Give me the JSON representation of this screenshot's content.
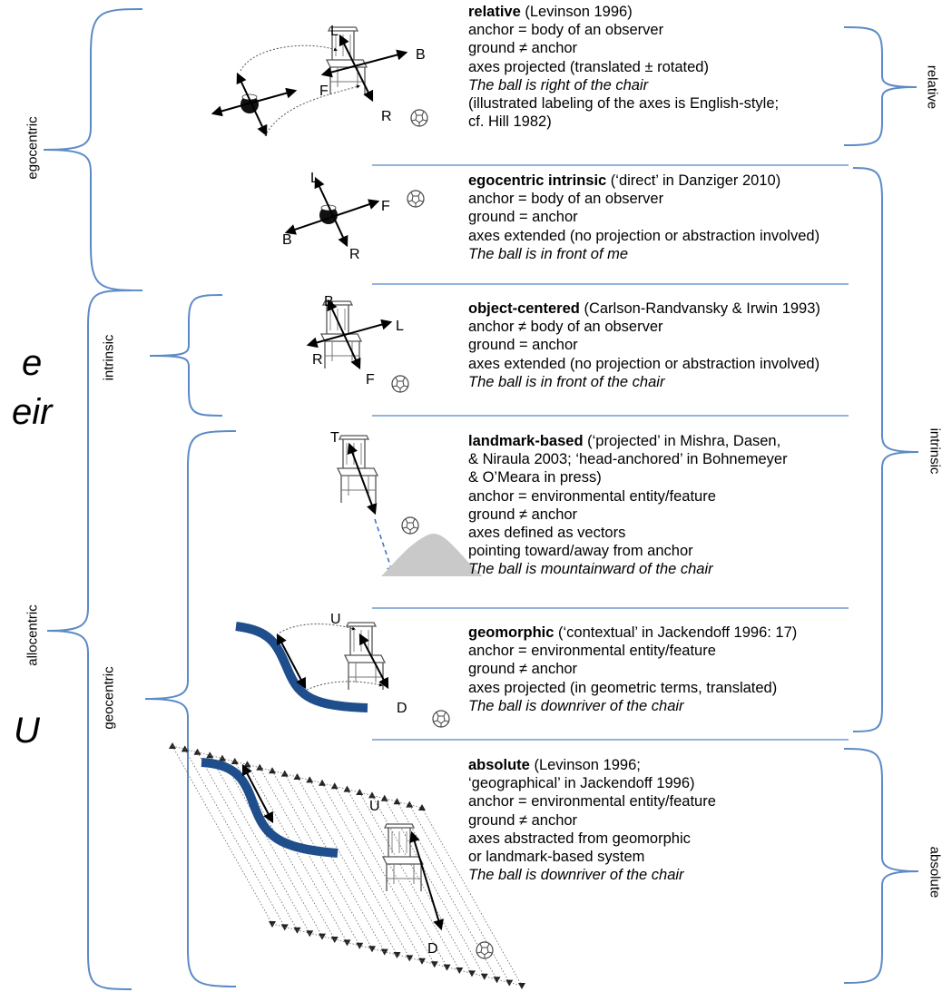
{
  "left_fragments": [
    "e",
    "eir",
    "U"
  ],
  "brackets": {
    "egocentric": "egocentric",
    "allocentric": "allocentric",
    "intrinsic_left": "intrinsic",
    "geocentric": "geocentric",
    "relative_right": "relative",
    "intrinsic_right": "intrinsic",
    "absolute_right": "absolute"
  },
  "axis_labels": {
    "relative": {
      "L": "L",
      "B": "B",
      "F": "F",
      "R": "R"
    },
    "egocentric_intrinsic": {
      "L": "L",
      "F": "F",
      "B": "B",
      "R": "R"
    },
    "object_centered": {
      "B": "B",
      "L": "L",
      "R": "R",
      "F": "F"
    },
    "landmark": {
      "T": "T"
    },
    "geomorphic": {
      "U": "U",
      "D": "D"
    },
    "absolute": {
      "U": "U",
      "D": "D"
    }
  },
  "sections": [
    {
      "name": "relative",
      "lead": "relative",
      "lead_rest": " (Levinson 1996)",
      "lines": [
        "anchor = body of an observer",
        "ground ≠ anchor",
        "axes projected (translated ± rotated)"
      ],
      "example": "The ball is right of the chair",
      "extra": [
        "(illustrated labeling of the axes is English-style;",
        "cf. Hill 1982)"
      ]
    },
    {
      "name": "egocentric-intrinsic",
      "lead": "egocentric intrinsic",
      "lead_rest": " (‘direct’ in Danziger 2010)",
      "lines": [
        "anchor = body of an observer",
        "ground = anchor",
        "axes extended (no projection or abstraction involved)"
      ],
      "example": "The ball is in front of me",
      "extra": []
    },
    {
      "name": "object-centered",
      "lead": "object-centered",
      "lead_rest": " (Carlson-Randvansky & Irwin 1993)",
      "lines": [
        "anchor ≠ body of an observer",
        "ground = anchor",
        "axes extended (no projection or abstraction involved)"
      ],
      "example": "The ball is in front of the chair",
      "extra": []
    },
    {
      "name": "landmark-based",
      "lead": "landmark-based",
      "lead_rest": " (‘projected’ in Mishra, Dasen,",
      "lines": [
        "& Niraula 2003; ‘head-anchored’ in Bohnemeyer",
        "& O’Meara in press)",
        "anchor = environmental entity/feature",
        "ground ≠ anchor",
        "axes defined as vectors",
        "pointing toward/away from anchor"
      ],
      "example": "The ball is mountainward of the chair",
      "extra": []
    },
    {
      "name": "geomorphic",
      "lead": "geomorphic",
      "lead_rest": " (‘contextual’ in Jackendoff 1996: 17)",
      "lines": [
        "anchor = environmental entity/feature",
        "ground ≠ anchor",
        "axes projected (in geometric terms, translated)"
      ],
      "example": "The ball is downriver of the chair",
      "extra": []
    },
    {
      "name": "absolute",
      "lead": "absolute",
      "lead_rest": " (Levinson 1996;",
      "lines": [
        "‘geographical’ in Jackendoff 1996)",
        "anchor = environmental entity/feature",
        "ground ≠ anchor",
        "axes abstracted from geomorphic",
        "or landmark-based system"
      ],
      "example": "The ball is downriver of the chair",
      "extra": []
    }
  ],
  "colors": {
    "bracket": "#5b8ac6",
    "divider": "#6f9ad0",
    "river": "#1f4e8c",
    "mountain": "#c9c9c9",
    "arrow_dashed": "#3c78c0"
  }
}
